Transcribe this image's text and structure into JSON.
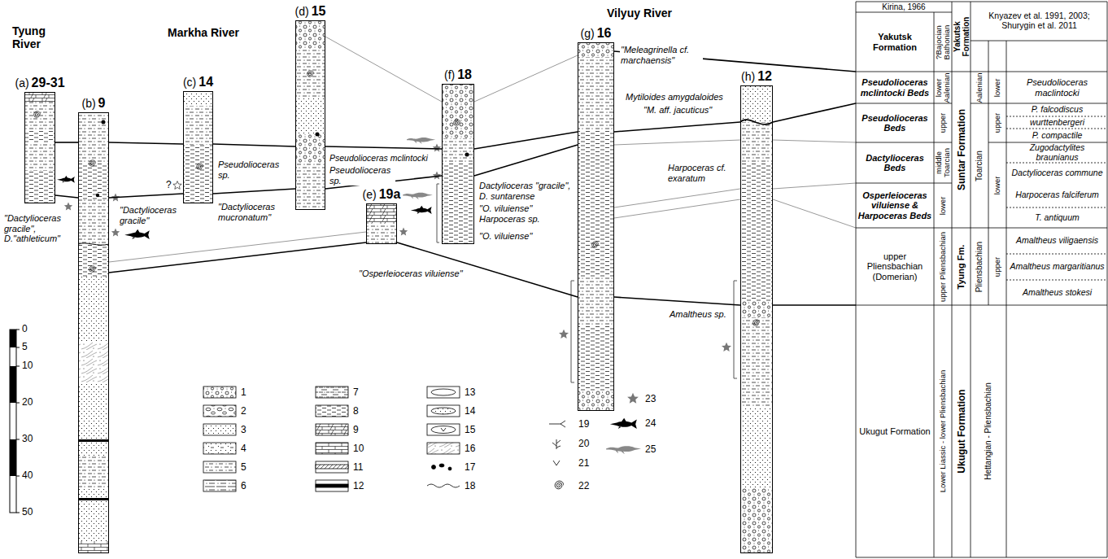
{
  "diagram": {
    "nodes": [
      {
        "text": [
          "(a)",
          "29-31"
        ]
      },
      {
        "text": [
          "(b)",
          "9"
        ]
      },
      {
        "text": [
          "(c)",
          "14"
        ]
      },
      {
        "text": [
          "(d)",
          "15"
        ]
      },
      {
        "text": [
          "(e)",
          "19a"
        ]
      },
      {
        "text": [
          "(f)",
          "18"
        ]
      },
      {
        "text": [
          "(g)",
          "16"
        ]
      },
      {
        "text": [
          "(h)",
          "12"
        ]
      }
    ],
    "edges": [
      {
        "from": 0,
        "to": 1,
        "arrow": "none"
      },
      {
        "from": 1,
        "to": 2,
        "arrow": "none"
      },
      {
        "from": 2,
        "to": 3,
        "arrow": "none"
      },
      {
        "from": 3,
        "to": 5,
        "arrow": "none"
      },
      {
        "from": 5,
        "to": 6,
        "arrow": "none"
      },
      {
        "from": 6,
        "to": 7,
        "arrow": "none"
      },
      {
        "from": 0,
        "to": 1,
        "arrow": "none"
      },
      {
        "from": 1,
        "to": 2,
        "arrow": "none"
      },
      {
        "from": 2,
        "to": 3,
        "arrow": "none"
      },
      {
        "from": 3,
        "to": 5,
        "arrow": "none"
      },
      {
        "from": 5,
        "to": 6,
        "arrow": "none"
      },
      {
        "from": 6,
        "to": 7,
        "arrow": "none"
      },
      {
        "from": 1,
        "to": 4,
        "arrow": "none"
      },
      {
        "from": 4,
        "to": 6,
        "arrow": "none"
      },
      {
        "from": 6,
        "to": 7,
        "arrow": "none"
      },
      {
        "from": 1,
        "to": 4,
        "arrow": "none"
      },
      {
        "from": 3,
        "to": 5,
        "arrow": "none"
      },
      {
        "from": 5,
        "to": 6,
        "arrow": "none"
      },
      {
        "from": 6,
        "to": 7,
        "arrow": "none"
      },
      {
        "from": 6,
        "to": 7,
        "arrow": "none"
      }
    ],
    "labels": [
      "Tyung River",
      "Markha River",
      "Vilyuy River",
      "\"Dactylioceras gracile\", D.\"athleticum\"",
      "\"Dactylioceras gracile\"",
      "?",
      "Pseudolioceras sp.",
      "\"Dactylioceras mucronatum\"",
      "Pseudolioceras mclintocki",
      "Pseudolioceras sp.",
      "\"Osperleioceras viluiense\"",
      "Dactylioceras \"gracile\", D. suntarense",
      "\"O. viluiense\"",
      "Harpoceras sp.",
      "\"O. viluiense\"",
      "\"Meleagrinella cf. marchaensis\"",
      "Mytiloides amygdaloides",
      "\"M. aff. jacuticus\"",
      "Harpoceras cf. exaratum",
      "Amaltheus sp.",
      "0",
      "5",
      "10",
      "20",
      "30",
      "40",
      "50",
      "Kirina, 1966",
      "Knyazev et al. 1991, 2003; Shurygin et al. 2011",
      "Yakutsk Formation",
      "?Bajocian Bathonian",
      "Yakutsk Formation",
      "Pseudolioceras mclintocki Beds",
      "lower Aalenian",
      "Aalenian",
      "lower",
      "Pseudolioceras maclintocki",
      "Pseudolioceras Beds",
      "upper",
      "Suntar Formation",
      "Toarcian",
      "upper",
      "P. falcodiscus",
      "wurttenbergeri",
      "P. compactile",
      "Dactylioceras Beds",
      "middle Toarcian",
      "lower",
      "Zugodactylites braunianus",
      "Dactylioceras commune",
      "Osperleioceras viluiense & Harpoceras Beds",
      "lower",
      "Harpoceras falciferum",
      "T. antiquum",
      "upper Pliensbachian (Domerian)",
      "upper Pliensbachian",
      "Tyung Fm.",
      "Pliensbachian",
      "upper",
      "Amaltheus viligaensis",
      "Amaltheus margaritianus",
      "Amaltheus stokesi",
      "Ukugut Formation",
      "Lower Liassic - lower Pliensbachian",
      "Ukugut Formation",
      "Hettangian - Pliensbachian"
    ],
    "legend": [
      {
        "text": "1"
      },
      {
        "text": "2"
      },
      {
        "text": "3"
      },
      {
        "text": "4"
      },
      {
        "text": "5"
      },
      {
        "text": "6"
      },
      {
        "text": "7"
      },
      {
        "text": "8"
      },
      {
        "text": "9"
      },
      {
        "text": "10"
      },
      {
        "text": "11"
      },
      {
        "text": "12"
      },
      {
        "text": "13"
      },
      {
        "text": "14"
      },
      {
        "text": "15"
      },
      {
        "text": "16"
      },
      {
        "text": "17"
      },
      {
        "text": "18"
      },
      {
        "text": "19"
      },
      {
        "text": "20"
      },
      {
        "text": "21"
      },
      {
        "text": "22"
      },
      {
        "text": "23"
      },
      {
        "text": "24"
      },
      {
        "text": "25"
      }
    ]
  }
}
